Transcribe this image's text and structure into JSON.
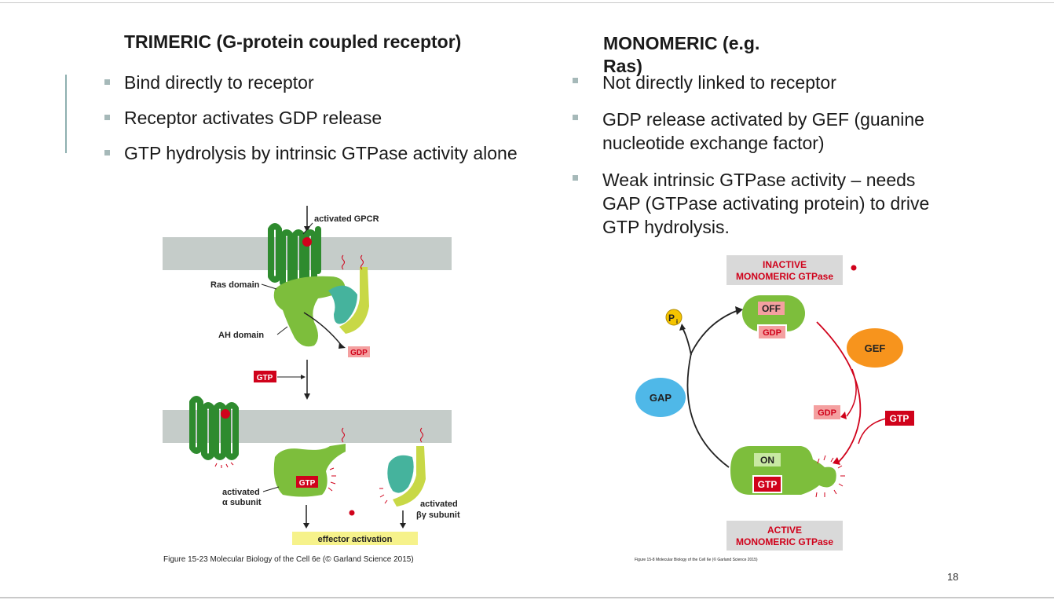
{
  "left": {
    "heading": "TRIMERIC (G-protein coupled receptor)",
    "bullets": [
      "Bind directly to receptor",
      "Receptor activates GDP release",
      "GTP hydrolysis by intrinsic GTPase activity alone"
    ],
    "figure": {
      "labels": {
        "activated_gpcr": "activated GPCR",
        "ras_domain": "Ras domain",
        "ah_domain": "AH domain",
        "gdp": "GDP",
        "gtp_in": "GTP",
        "gtp_bound": "GTP",
        "activated_alpha_1": "activated",
        "activated_alpha_2": "α subunit",
        "activated_bg_1": "activated",
        "activated_bg_2": "βγ subunit",
        "effector": "effector activation"
      },
      "caption": "Figure 15-23  Molecular Biology of the Cell 6e (© Garland Science 2015)"
    }
  },
  "right": {
    "heading_line1": "MONOMERIC (e.g.",
    "heading_line2": "Ras)",
    "bullets": [
      [
        "Not directly linked to receptor"
      ],
      [
        "GDP release activated by GEF (guanine",
        "nucleotide exchange factor)"
      ],
      [
        "Weak intrinsic GTPase activity – needs",
        "GAP (GTPase activating protein) to drive",
        "GTP hydrolysis."
      ]
    ],
    "figure": {
      "inactive_1": "INACTIVE",
      "inactive_2": "MONOMERIC GTPase",
      "active_1": "ACTIVE",
      "active_2": "MONOMERIC GTPase",
      "off": "OFF",
      "on": "ON",
      "gdp_bound": "GDP",
      "gdp_released": "GDP",
      "gtp_bound": "GTP",
      "gtp_in": "GTP",
      "gef": "GEF",
      "gap": "GAP",
      "pi": "P",
      "pi_sub": "i",
      "caption": "Figure 15-8  Molecular Biology of the Cell 6e (© Garland Science 2015)"
    }
  },
  "page_number": "18",
  "colors": {
    "membrane": "#c5ccc9",
    "green": "#7dbe3c",
    "dark_green": "#2e8b2e",
    "teal": "#45b39d",
    "yellow_green": "#c8d846",
    "red": "#d0021b",
    "pink": "#f4a0a0",
    "orange": "#f7941d",
    "blue": "#4fb8e8",
    "label_box": "#d9d9d9",
    "effector_bar": "#f6f28b"
  }
}
